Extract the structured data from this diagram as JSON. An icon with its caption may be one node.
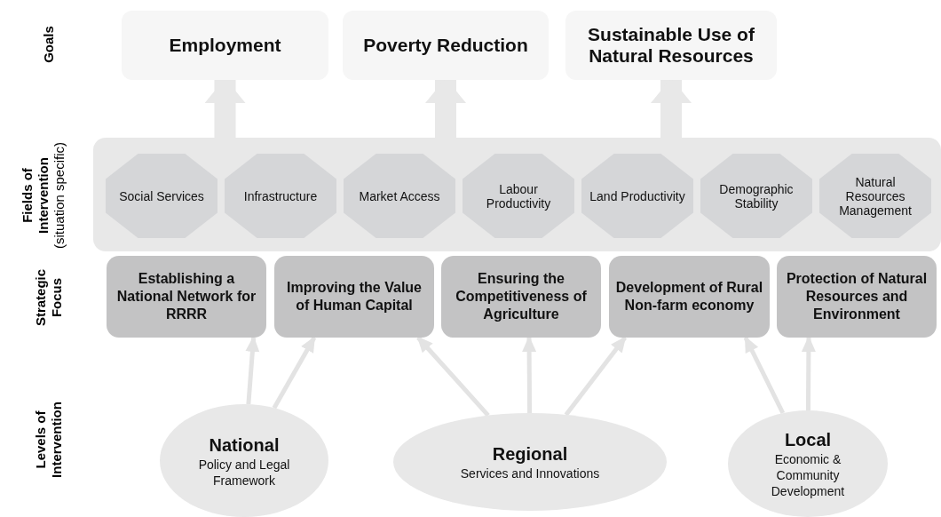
{
  "diagram": {
    "nodes": [
      {
        "text": [
          "Employment"
        ]
      },
      {
        "text": [
          "Poverty Reduction"
        ]
      },
      {
        "text": [
          "Sustainable Use of Natural Resources"
        ]
      },
      {
        "text": [],
        "shape": "box"
      },
      {
        "text": [
          "Social Services"
        ],
        "in": 3
      },
      {
        "text": [
          "Infrastructure"
        ],
        "in": 3
      },
      {
        "text": [
          "Market Access"
        ],
        "in": 3
      },
      {
        "text": [
          "Labour Productivity"
        ],
        "in": 3
      },
      {
        "text": [
          "Land Productivity"
        ],
        "in": 3
      },
      {
        "text": [
          "Demographic Stability"
        ],
        "in": 3
      },
      {
        "text": [
          "Natural Resources Management"
        ],
        "in": 3
      },
      {
        "text": [
          "Establishing a National Network for RRRR"
        ]
      },
      {
        "text": [
          "Improving the Value of Human Capital"
        ]
      },
      {
        "text": [
          "Ensuring the Competitiveness of Agriculture"
        ]
      },
      {
        "text": [
          "Development of Rural Non-farm economy"
        ]
      },
      {
        "text": [
          "Protection of Natural Resources and Environment"
        ]
      },
      {
        "text": [
          "National",
          "Policy and Legal Framework"
        ]
      },
      {
        "text": [
          "Regional",
          "Services and Innovations"
        ]
      },
      {
        "text": [
          "Local",
          "Economic & Community Development"
        ]
      }
    ],
    "edges": [
      {
        "from": 3,
        "to": 0,
        "arrow": "to",
        "style": "thick"
      },
      {
        "from": 3,
        "to": 1,
        "arrow": "to",
        "style": "thick"
      },
      {
        "from": 3,
        "to": 2,
        "arrow": "to",
        "style": "thick"
      },
      {
        "from": 16,
        "to": 11,
        "arrow": "to"
      },
      {
        "from": 16,
        "to": 12,
        "arrow": "to"
      },
      {
        "from": 17,
        "to": 12,
        "arrow": "to"
      },
      {
        "from": 17,
        "to": 13,
        "arrow": "to"
      },
      {
        "from": 17,
        "to": 14,
        "arrow": "to"
      },
      {
        "from": 18,
        "to": 14,
        "arrow": "to"
      },
      {
        "from": 18,
        "to": 15,
        "arrow": "to"
      }
    ],
    "labels": [
      "Goals",
      "**Fields of Intervention** (situation specific)",
      "Strategic Focus",
      "Levels of Intervention"
    ]
  }
}
